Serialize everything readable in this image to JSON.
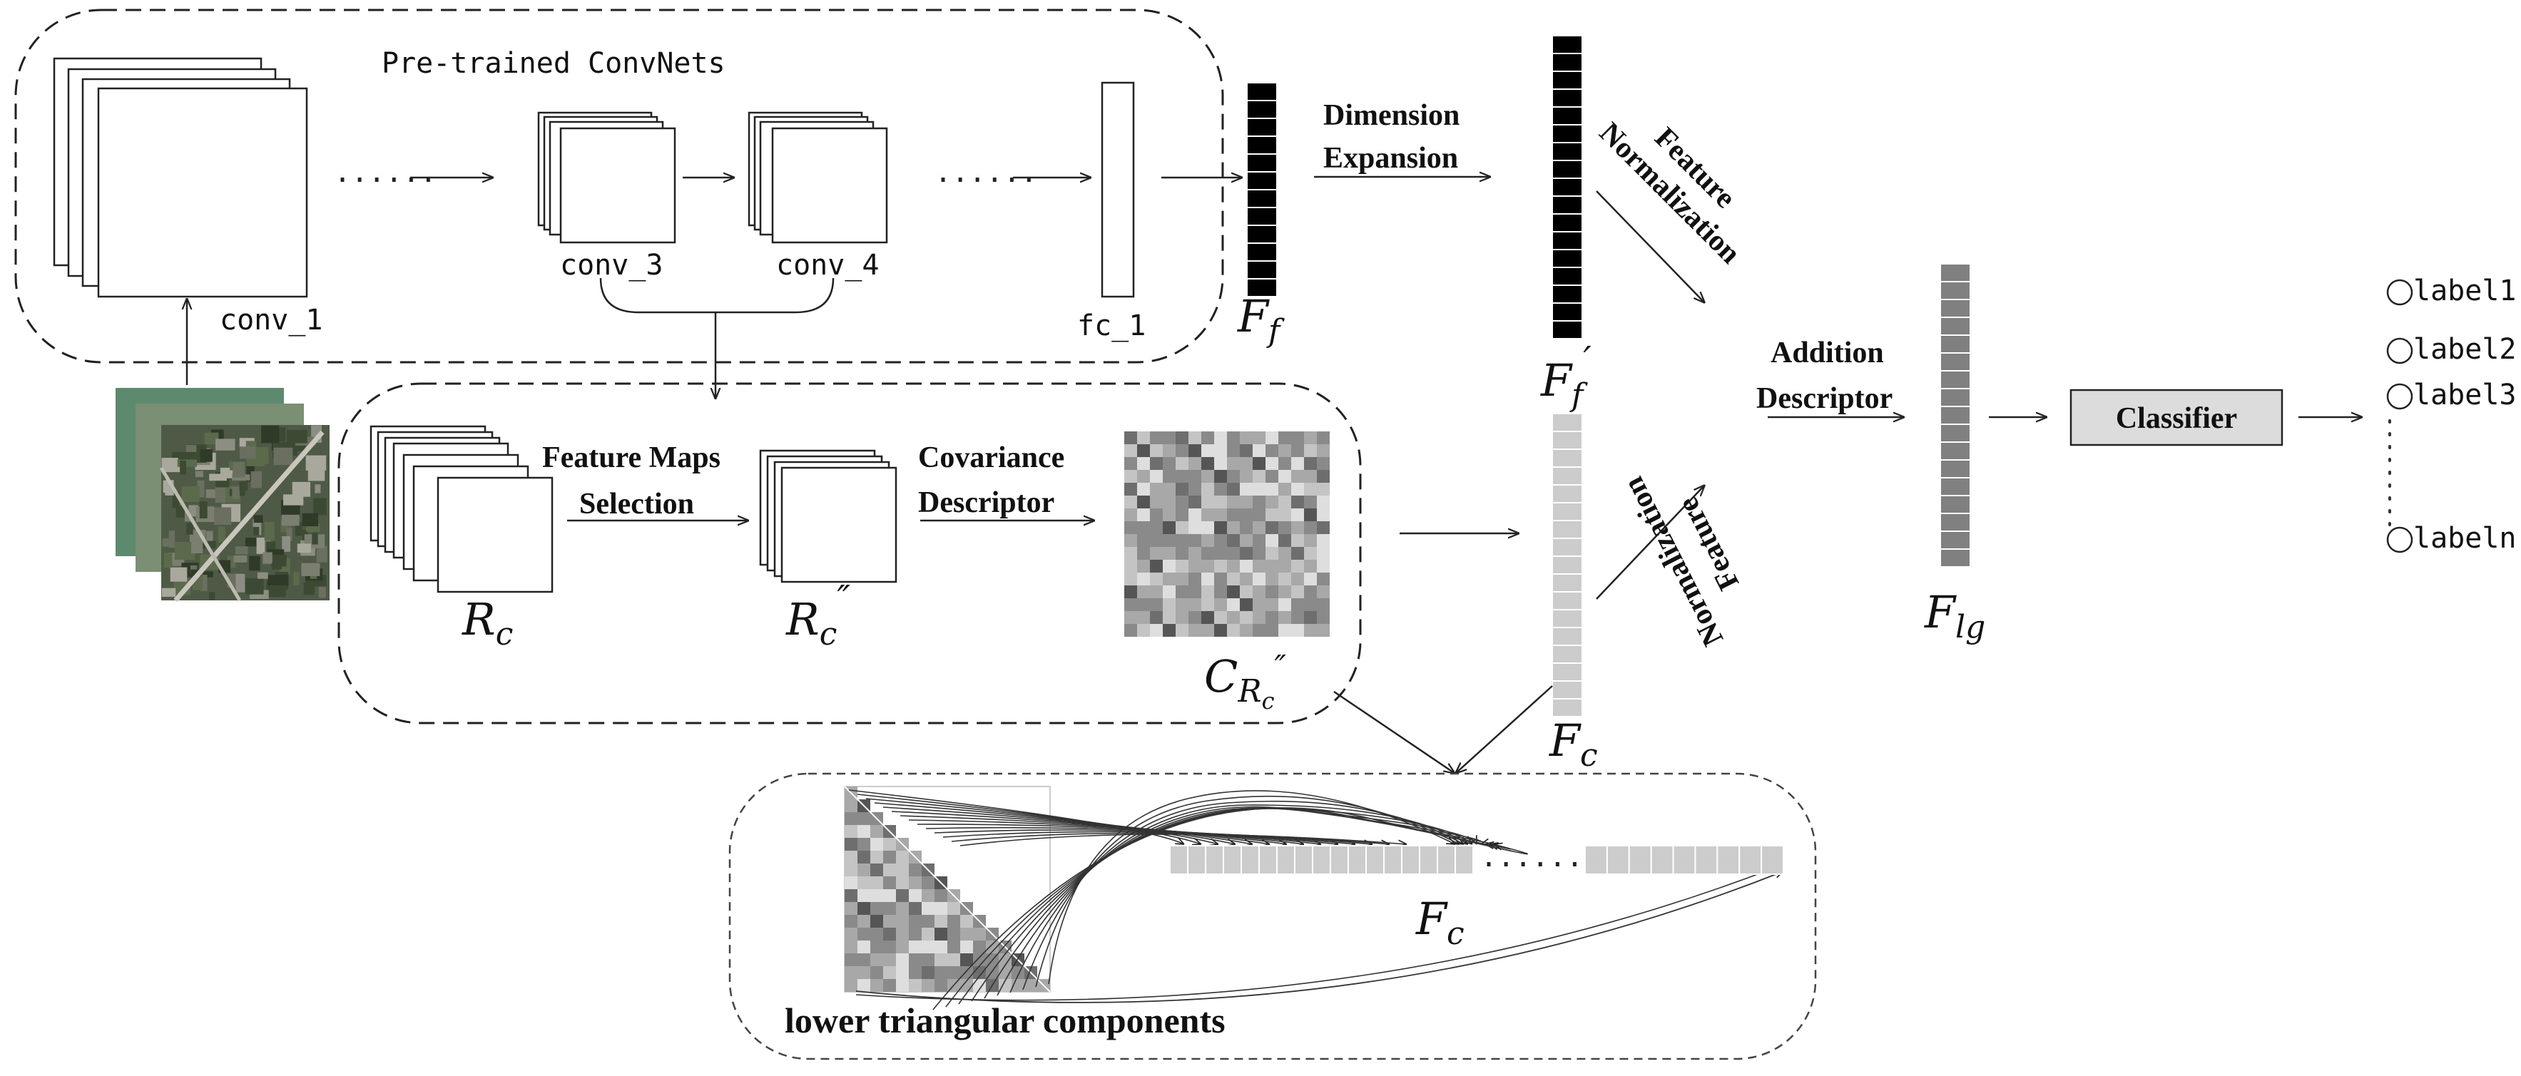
{
  "pretrained": {
    "title": "Pre-trained ConvNets",
    "conv1": "conv_1",
    "conv3": "conv_3",
    "conv4": "conv_4",
    "fc1": "fc_1",
    "ellipsis": "......"
  },
  "vectors": {
    "ff_symbol": "F",
    "ff_sub": "f",
    "ffp_symbol": "F",
    "ffp_sub": "f",
    "ffp_prime": "′",
    "fc_symbol": "F",
    "fc_sub": "c",
    "flg_symbol": "F",
    "flg_sub": "lg"
  },
  "steps": {
    "dim_exp_line1": "Dimension",
    "dim_exp_line2": "Expansion",
    "fn_top_line1": "Feature",
    "fn_top_line2": "Normalization",
    "fn_bot_line1": "Normalization",
    "fn_bot_line2": "Feature",
    "add_line1": "Addition",
    "add_line2": "Descriptor",
    "fms_line1": "Feature Maps",
    "fms_line2": "Selection",
    "cov_line1": "Covariance",
    "cov_line2": "Descriptor",
    "rc_symbol": "R",
    "rc_sub": "c",
    "rc2_symbol": "R",
    "rc2_sub": "c",
    "rc2_prime": "″",
    "crc_symbol": "C",
    "crc_sub": "R",
    "crc_subsub": "c",
    "crc_prime": "″"
  },
  "classifier": {
    "label": "Classifier"
  },
  "labels": {
    "l1": "label1",
    "l2": "label2",
    "l3": "label3",
    "ln": "labeln"
  },
  "bottom": {
    "title": "lower triangular components",
    "fc_symbol": "F",
    "fc_sub": "c",
    "ellipsis": "........"
  },
  "chart_data": {
    "type": "diagram",
    "title": "",
    "flow": [
      "Pre-trained ConvNets",
      "Dimension Expansion",
      "Feature Normalization",
      "Feature Maps Selection",
      "Covariance Descriptor",
      "lower triangular components",
      "Addition Descriptor",
      "Classifier"
    ]
  }
}
